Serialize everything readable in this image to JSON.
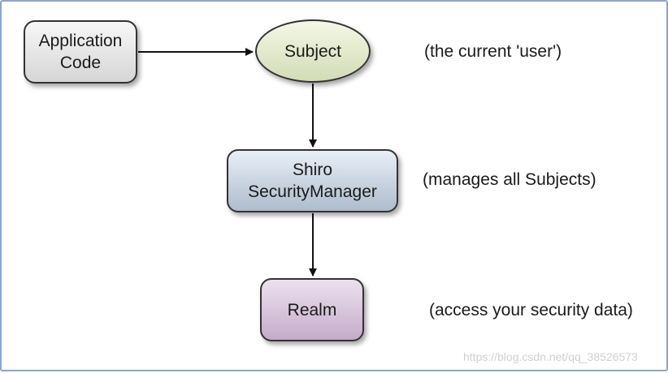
{
  "nodes": {
    "application_code": {
      "line1": "Application",
      "line2": "Code"
    },
    "subject": {
      "label": "Subject"
    },
    "security_manager": {
      "line1": "Shiro",
      "line2": "SecurityManager"
    },
    "realm": {
      "label": "Realm"
    }
  },
  "notes": {
    "subject": "(the current 'user')",
    "security_manager": "(manages all Subjects)",
    "realm": "(access your security data)"
  },
  "edges": [
    {
      "from": "Application Code",
      "to": "Subject"
    },
    {
      "from": "Subject",
      "to": "Shiro SecurityManager"
    },
    {
      "from": "Shiro SecurityManager",
      "to": "Realm"
    }
  ],
  "watermark": "https://blog.csdn.net/qq_38526573",
  "colors": {
    "frame_border": "#8ea6c9",
    "application_code_fill": "#e6e6e6",
    "subject_fill": "#e2e9cd",
    "security_manager_fill": "#c5d1df",
    "realm_fill": "#d9c8de"
  }
}
